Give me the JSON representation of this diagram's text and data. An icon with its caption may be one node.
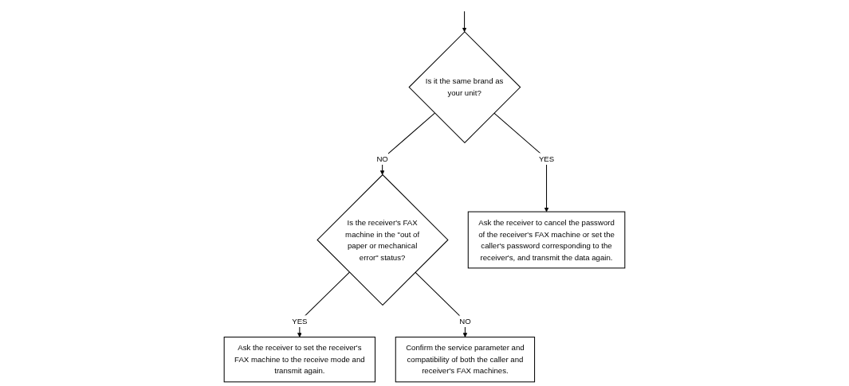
{
  "diagram": {
    "nodes": [
      {
        "text": [
          "Is it the same brand as your unit?"
        ]
      },
      {
        "text": [
          "Is the receiver's FAX machine in the \"out of paper or mechanical error\" status?"
        ]
      },
      {
        "text": [
          "Ask the receiver to cancel the password of the receiver's FAX machine or set the caller's password corresponding to the receiver's, and transmit the data again."
        ]
      },
      {
        "text": [
          "Ask the receiver to set the receiver's FAX machine to the receive mode and transmit again."
        ]
      },
      {
        "text": [
          "Confirm the service parameter and compatibility of both the caller and receiver's FAX machines."
        ]
      }
    ],
    "edges": [
      {
        "from": null,
        "to": 0,
        "arrow": "to"
      },
      {
        "from": 0,
        "to": 1,
        "label": "NO",
        "arrow": "to"
      },
      {
        "from": 0,
        "to": 2,
        "label": "YES",
        "arrow": "to"
      },
      {
        "from": 1,
        "to": 3,
        "label": "YES",
        "arrow": "to"
      },
      {
        "from": 1,
        "to": 4,
        "label": "NO",
        "arrow": "to"
      }
    ]
  }
}
